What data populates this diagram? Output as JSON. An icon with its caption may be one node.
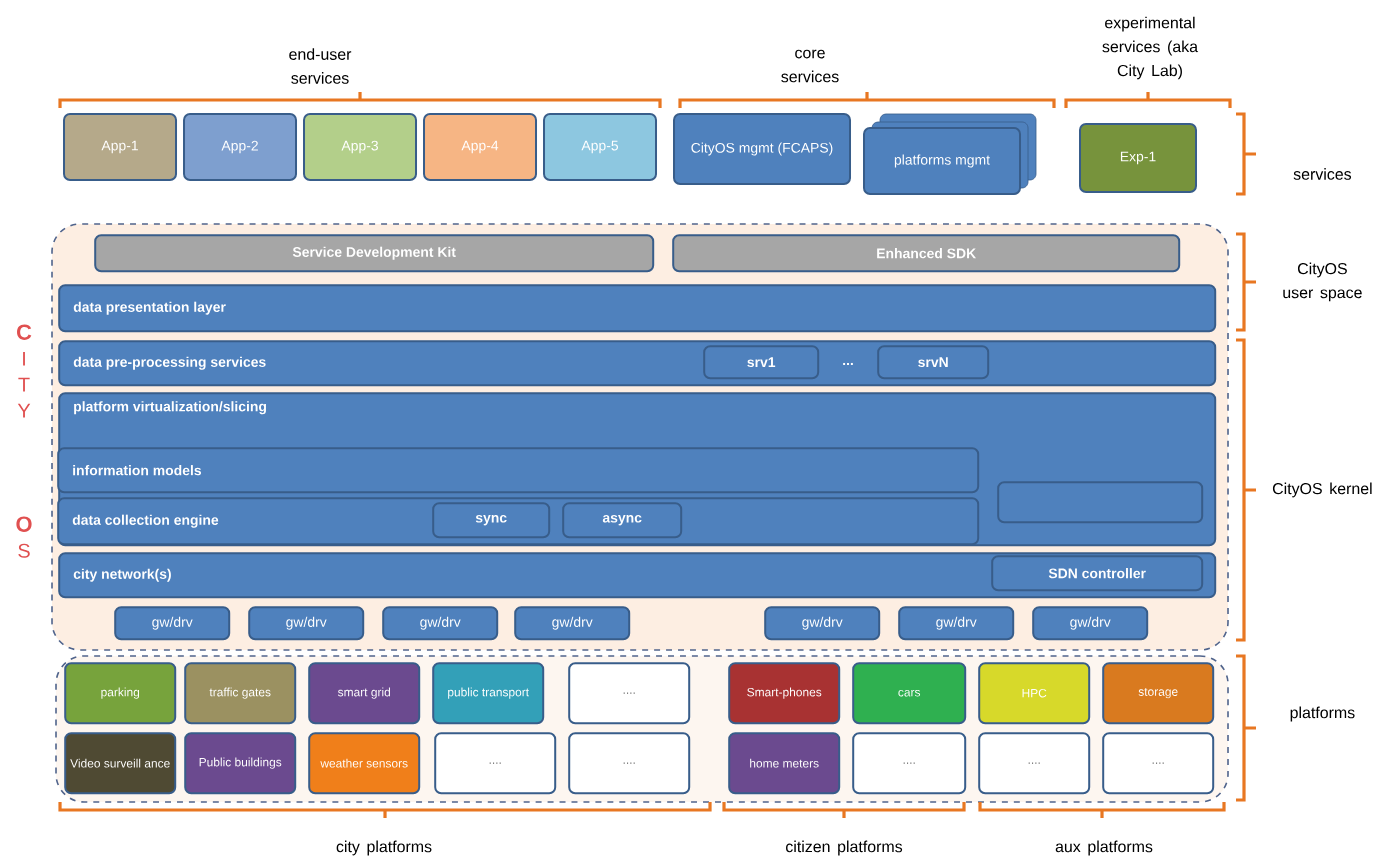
{
  "diagram": {
    "nodes": [
      {
        "text": [
          "App-1"
        ]
      },
      {
        "text": [
          "App-2"
        ]
      },
      {
        "text": [
          "App-3"
        ]
      },
      {
        "text": [
          "App-4"
        ]
      },
      {
        "text": [
          "App-5"
        ]
      },
      {
        "text": [
          "CityOS mgmt (FCAPS)"
        ]
      },
      {
        "text": [
          "platforms mgmt"
        ]
      },
      {
        "text": [
          "Exp-1"
        ]
      },
      {
        "text": [],
        "shape": "box"
      },
      {
        "text": [
          "Service Development Kit"
        ],
        "in": 8
      },
      {
        "text": [
          "Enhanced SDK"
        ],
        "in": 8
      },
      {
        "text": [
          "data presentation layer"
        ],
        "in": 8
      },
      {
        "text": [
          "data pre-processing services"
        ],
        "in": 8
      },
      {
        "text": [
          "srv1"
        ],
        "in": 12
      },
      {
        "text": [
          "srvN"
        ],
        "in": 12
      },
      {
        "text": [
          "platform virtualization/slicing"
        ],
        "in": 8
      },
      {
        "text": [
          "information models"
        ],
        "in": 15
      },
      {
        "text": [
          "data collection engine"
        ],
        "in": 15
      },
      {
        "text": [
          "sync"
        ],
        "in": 17
      },
      {
        "text": [
          "async"
        ],
        "in": 17
      },
      {
        "text": [],
        "shape": "box",
        "in": 15
      },
      {
        "text": [
          "city network(s)"
        ],
        "in": 8
      },
      {
        "text": [
          "SDN controller"
        ],
        "in": 21
      },
      {
        "text": [
          "gw/drv"
        ],
        "in": 8
      },
      {
        "text": [
          "gw/drv"
        ],
        "in": 8
      },
      {
        "text": [
          "gw/drv"
        ],
        "in": 8
      },
      {
        "text": [
          "gw/drv"
        ],
        "in": 8
      },
      {
        "text": [
          "gw/drv"
        ],
        "in": 8
      },
      {
        "text": [
          "gw/drv"
        ],
        "in": 8
      },
      {
        "text": [
          "gw/drv"
        ],
        "in": 8
      },
      {
        "text": [],
        "shape": "box"
      },
      {
        "text": [
          "parking"
        ],
        "in": 30
      },
      {
        "text": [
          "traffic gates"
        ],
        "in": 30
      },
      {
        "text": [
          "smart grid"
        ],
        "in": 30
      },
      {
        "text": [
          "public transport"
        ],
        "in": 30
      },
      {
        "text": [
          "...."
        ],
        "in": 30
      },
      {
        "text": [
          "Smart-phones"
        ],
        "in": 30
      },
      {
        "text": [
          "cars"
        ],
        "in": 30
      },
      {
        "text": [
          "HPC"
        ],
        "in": 30
      },
      {
        "text": [
          "storage"
        ],
        "in": 30
      },
      {
        "text": [
          "Video surveill ance"
        ],
        "in": 30
      },
      {
        "text": [
          "Public buildings"
        ],
        "in": 30
      },
      {
        "text": [
          "weather sensors"
        ],
        "in": 30
      },
      {
        "text": [
          "...."
        ],
        "in": 30
      },
      {
        "text": [
          "...."
        ],
        "in": 30
      },
      {
        "text": [
          "home meters"
        ],
        "in": 30
      },
      {
        "text": [
          "...."
        ],
        "in": 30
      },
      {
        "text": [
          "...."
        ],
        "in": 30
      },
      {
        "text": [
          "...."
        ],
        "in": 30
      }
    ],
    "labels": [
      "end-user services",
      "core services",
      "experimental services (aka City Lab)",
      "services",
      "CityOS user space",
      "CityOS kernel",
      "CITY",
      "OS",
      "...",
      "platforms",
      "city platforms",
      "citizen platforms",
      "aux platforms"
    ]
  }
}
